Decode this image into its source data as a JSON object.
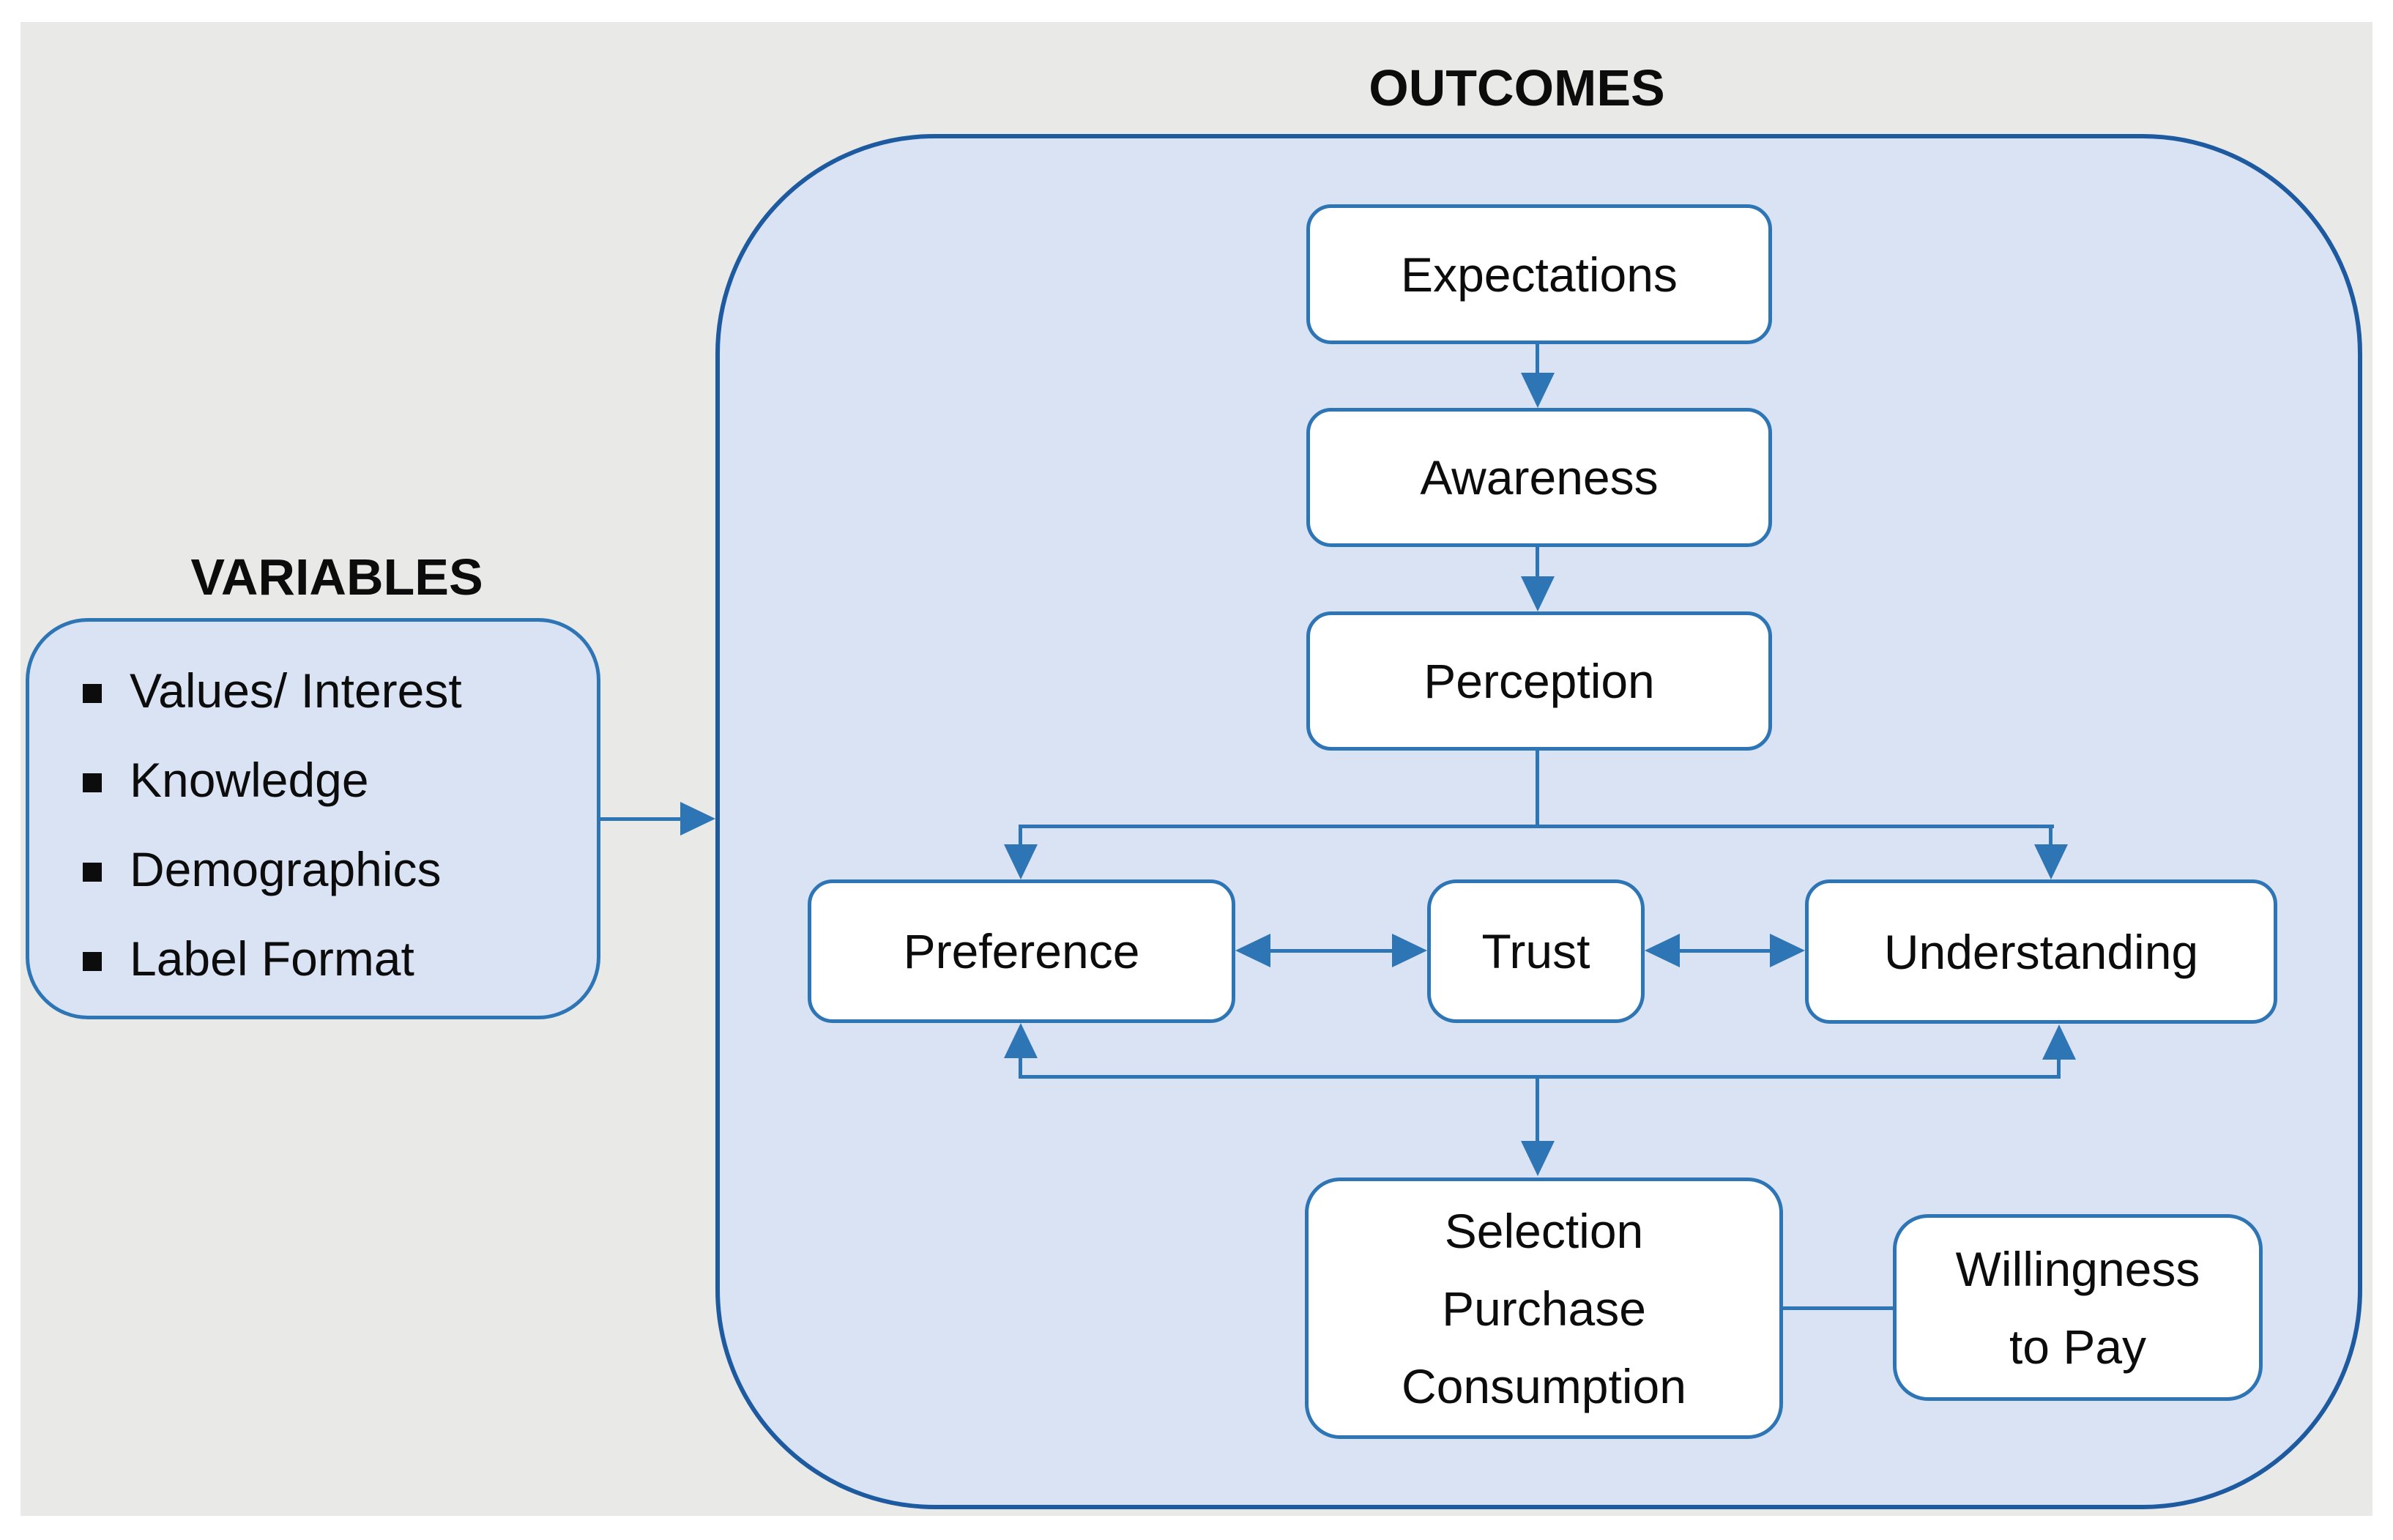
{
  "colors": {
    "page_bg": "#ffffff",
    "canvas_bg": "#e9e9e8",
    "container_fill": "#d9e3f4",
    "container_border": "#1d5aa0",
    "box_fill": "#ffffff",
    "box_border": "#2e75b6",
    "line": "#2e75b6",
    "text": "#0c0c0c"
  },
  "titles": {
    "outcomes": "OUTCOMES",
    "variables": "VARIABLES"
  },
  "variables_panel": {
    "items": [
      "Values/ Interest",
      "Knowledge",
      "Demographics",
      "Label Format"
    ]
  },
  "nodes": {
    "expectations": {
      "label": "Expectations"
    },
    "awareness": {
      "label": "Awareness"
    },
    "perception": {
      "label": "Perception"
    },
    "preference": {
      "label": "Preference"
    },
    "trust": {
      "label": "Trust"
    },
    "understanding": {
      "label": "Understanding"
    },
    "selection_purchase_consumption": {
      "lines": [
        "Selection",
        "Purchase",
        "Consumption"
      ]
    },
    "willingness_to_pay": {
      "lines": [
        "Willingness",
        "to Pay"
      ]
    }
  }
}
